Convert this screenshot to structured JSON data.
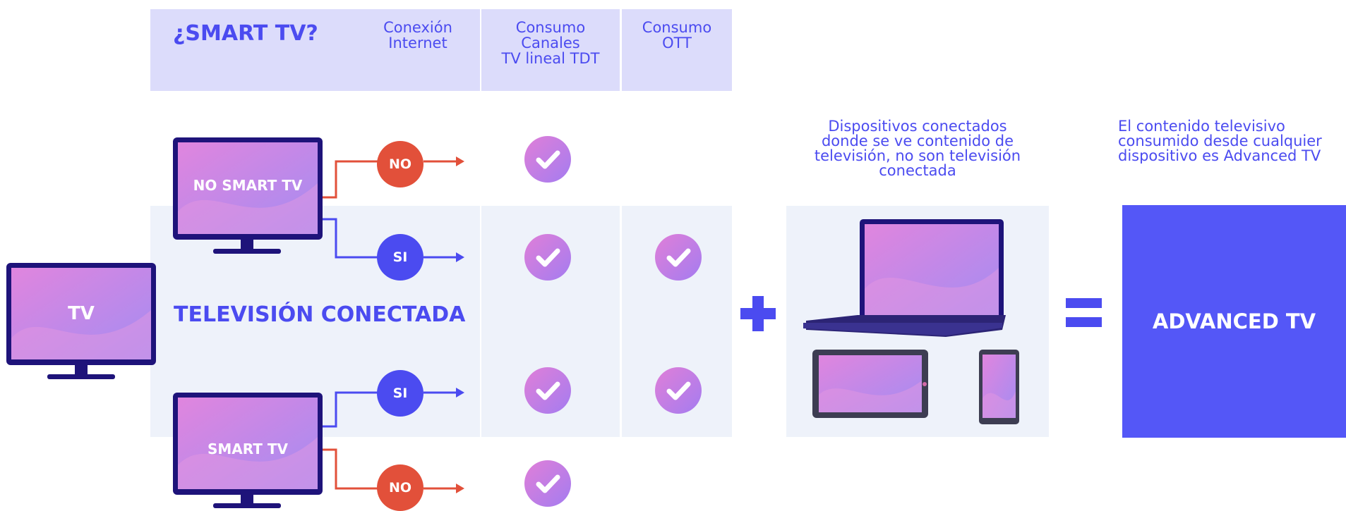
{
  "header": {
    "title": "¿SMART TV?",
    "col_internet": "Conexión\nInternet",
    "col_tdt": "Consumo\nCanales\nTV lineal TDT",
    "col_ott": "Consumo\nOTT"
  },
  "tv_main": {
    "label": "TV"
  },
  "no_smart": {
    "label": "NO SMART TV",
    "no": "NO",
    "si": "SI"
  },
  "smart": {
    "label": "SMART TV",
    "si": "SI",
    "no": "NO"
  },
  "connected_label": "TELEVISIÓN CONECTADA",
  "devices_note": "Dispositivos conectados\ndonde se ve contenido  de\ntelevisión, no son  televisión\nconectada",
  "advanced_note": "El contenido televisivo\nconsumido desde  cualquier\ndispositivo  es Advanced TV",
  "advanced_label": "ADVANCED TV",
  "colors": {
    "accent": "#4b4bf0",
    "no": "#e2503a",
    "header": "#dcdcfb",
    "band": "#eef2fa",
    "advanced": "#5457f7"
  },
  "icons": [
    "tv-icon",
    "check-icon",
    "laptop-icon",
    "tablet-icon",
    "phone-icon",
    "plus-icon",
    "equals-icon"
  ]
}
